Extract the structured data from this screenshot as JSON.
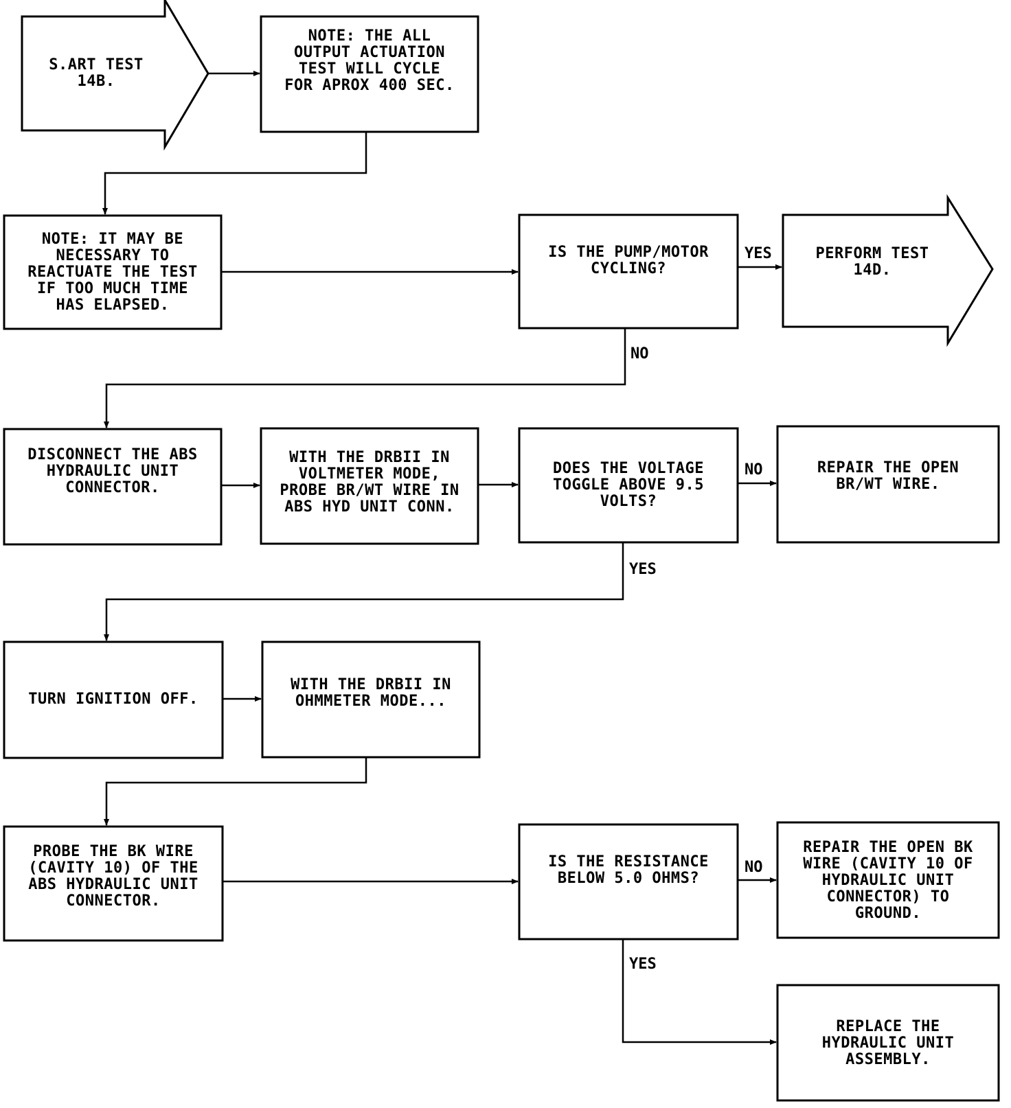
{
  "nodes": {
    "start": "S.ART TEST 14B.",
    "note1": "NOTE:  THE ALL\nOUTPUT ACTUATION\nTEST WILL CYCLE\nFOR APROX 400 SEC.",
    "note2": "NOTE:  IT MAY BE\nNECESSARY TO\nREACTUATE THE TEST\nIF TOO MUCH TIME\nHAS ELAPSED.",
    "q_pump": "IS THE PUMP/MOTOR\nCYCLING?",
    "perform": "PERFORM TEST\n14D.",
    "disconnect": "DISCONNECT THE ABS\nHYDRAULIC UNIT\nCONNECTOR.",
    "voltmeter": "WITH THE DRBII IN\nVOLTMETER MODE,\nPROBE BR/WT WIRE IN\nABS HYD UNIT CONN.",
    "q_voltage": "DOES THE VOLTAGE\nTOGGLE ABOVE 9.5\nVOLTS?",
    "repair_brwt": "REPAIR THE OPEN\nBR/WT WIRE.",
    "ignition": "TURN IGNITION OFF.",
    "ohmmeter": "WITH THE DRBII IN\nOHMMETER MODE...",
    "probe_bk": "PROBE THE BK WIRE\n(CAVITY 10) OF THE\nABS HYDRAULIC UNIT\nCONNECTOR.",
    "q_resistance": "IS THE RESISTANCE\nBELOW 5.0 OHMS?",
    "repair_bk": "REPAIR THE OPEN BK\nWIRE (CAVITY 10 OF\nHYDRAULIC UNIT\nCONNECTOR) TO\nGROUND.",
    "replace": "REPLACE THE\nHYDRAULIC UNIT\nASSEMBLY."
  },
  "labels": {
    "yes1": "YES",
    "no1": "NO",
    "no2": "NO",
    "yes2": "YES",
    "no3": "NO",
    "yes3": "YES"
  }
}
